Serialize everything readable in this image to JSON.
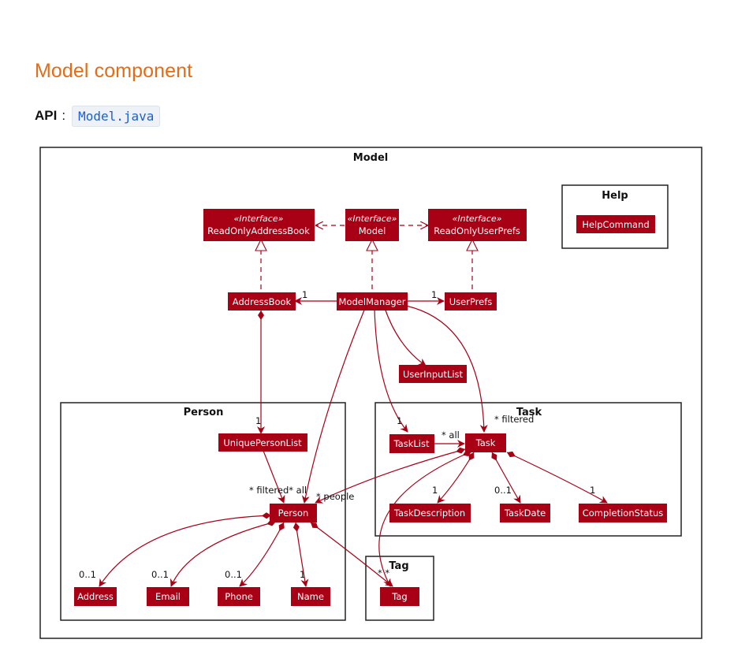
{
  "page": {
    "title": "Model component",
    "api_label": "API",
    "api_separator": ":",
    "api_link": "Model.java"
  },
  "colors": {
    "heading": "#e46c17",
    "class_fill": "#a80014",
    "line": "#a80014",
    "link": "#1f5fcc"
  },
  "diagram": {
    "packages": {
      "model": "Model",
      "help": "Help",
      "person": "Person",
      "task": "Task",
      "tag": "Tag"
    },
    "stereotype": "«Interface»",
    "classes": {
      "read_only_address_book": "ReadOnlyAddressBook",
      "model": "Model",
      "read_only_user_prefs": "ReadOnlyUserPrefs",
      "help_command": "HelpCommand",
      "address_book": "AddressBook",
      "model_manager": "ModelManager",
      "user_prefs": "UserPrefs",
      "user_input_list": "UserInputList",
      "unique_person_list": "UniquePersonList",
      "person": "Person",
      "address": "Address",
      "email": "Email",
      "phone": "Phone",
      "name": "Name",
      "task_list": "TaskList",
      "task": "Task",
      "task_description": "TaskDescription",
      "task_date": "TaskDate",
      "completion_status": "CompletionStatus",
      "tag": "Tag"
    },
    "multiplicities": {
      "mm_addressbook": "1",
      "mm_userprefs": "1",
      "ab_personlist": "1",
      "filtered_all": "* filtered* all",
      "people": "* people",
      "mm_tasklist": "1",
      "task_filtered": "* filtered",
      "task_all": "* all",
      "desc": "1",
      "date": "0..1",
      "status": "1",
      "address": "0..1",
      "email": "0..1",
      "phone": "0..1",
      "name": "1",
      "tag": "*  *"
    }
  }
}
